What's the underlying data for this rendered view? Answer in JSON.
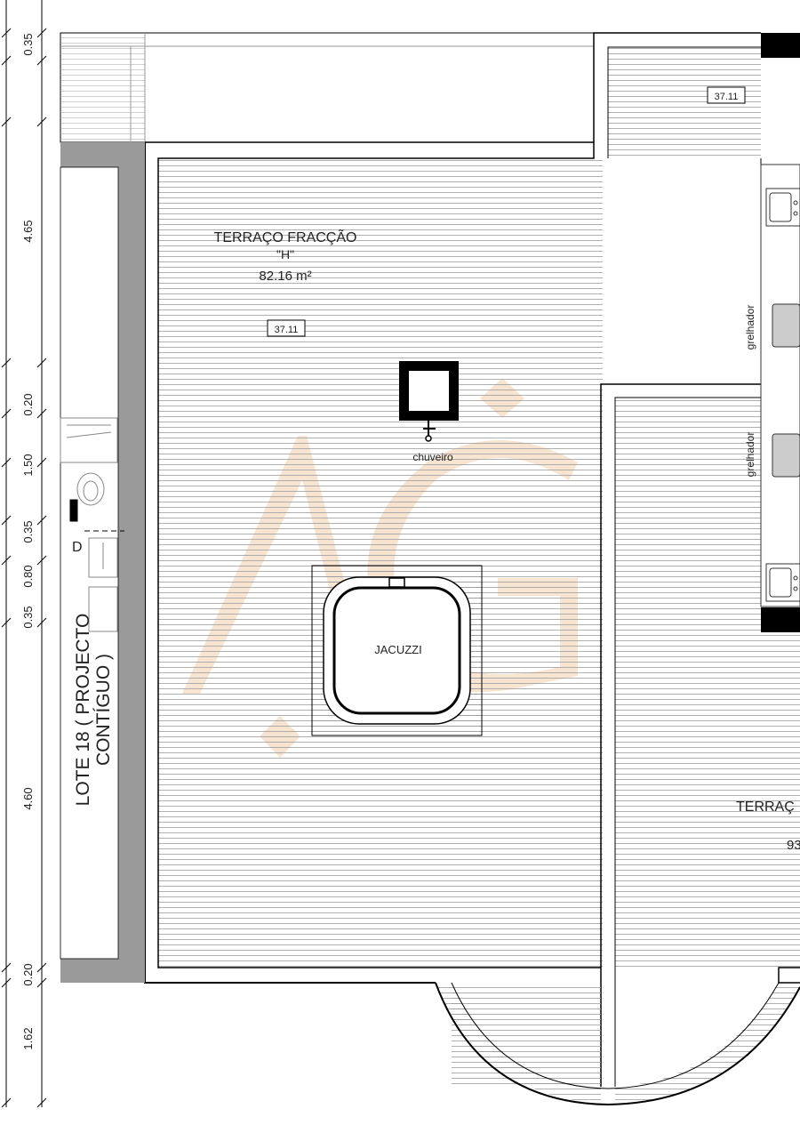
{
  "terrace_h": {
    "title": "TERRAÇO FRACÇÃO",
    "unit_letter": "\"H\"",
    "area": "82.16 m²",
    "level_tag": "37.11"
  },
  "top_level_tag": "37.11",
  "features": {
    "shower": "chuveiro",
    "jacuzzi": "JACUZZI",
    "grill_1": "grelhador",
    "grill_2": "grelhador"
  },
  "neighbor_lot": {
    "line1": "LOTE 18 ( PROJECTO",
    "line2": "CONTÍGUO )"
  },
  "right_terrace": {
    "title_partial": "TERRAÇ",
    "area_partial": "93"
  },
  "dimensions": [
    "0.35",
    "4.65",
    "0.20",
    "1.50",
    "0.35",
    "0.80",
    "0.35",
    "4.60",
    "0.20",
    "1.62"
  ],
  "colors": {
    "wall": "#000000",
    "wall_grey": "#9a9a9a",
    "hatch": "#9c9c9c",
    "watermark": "#f6dcc0"
  }
}
